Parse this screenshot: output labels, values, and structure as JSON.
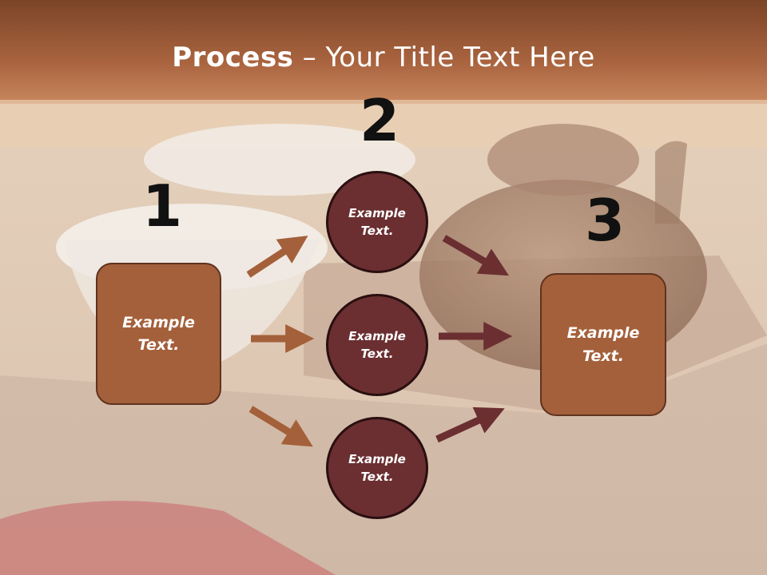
{
  "title": {
    "bold": "Process",
    "rest": " – Your Title Text Here"
  },
  "steps": [
    {
      "number": "1",
      "text": "Example\nText."
    },
    {
      "number": "2",
      "text": "Example\nText."
    },
    {
      "number": "3",
      "text": "Example\nText."
    }
  ],
  "circles": [
    {
      "text": "Example\nText."
    },
    {
      "text": "Example\nText."
    },
    {
      "text": "Example\nText."
    }
  ],
  "colors": {
    "box_fill": "#a4603a",
    "circle_fill": "#6b2f31",
    "arrow_left": "#a4603a",
    "arrow_right": "#6b2f31"
  }
}
